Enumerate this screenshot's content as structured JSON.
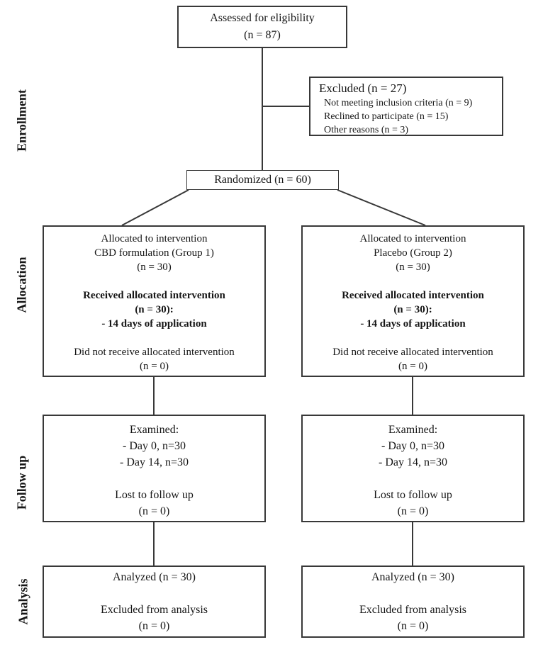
{
  "stages": {
    "enrollment": "Enrollment",
    "allocation": "Allocation",
    "followup": "Follow up",
    "analysis": "Analysis"
  },
  "boxes": {
    "assessed": {
      "line1": "Assessed for eligibility",
      "line2": "(n = 87)"
    },
    "excluded": {
      "title": "Excluded (n = 27)",
      "items": [
        "Not meeting inclusion criteria (n = 9)",
        "Reclined to participate (n = 15)",
        "Other reasons (n = 3)"
      ]
    },
    "randomized": {
      "label": "Randomized (n = 60)"
    },
    "allocation_left": {
      "lines": [
        "Allocated to intervention",
        "CBD formulation (Group 1)",
        "(n = 30)",
        "",
        "Received allocated intervention",
        "(n = 30):",
        "- 14 days of application",
        "",
        "Did not receive allocated intervention",
        "(n = 0)"
      ]
    },
    "allocation_right": {
      "lines": [
        "Allocated to intervention",
        "Placebo (Group 2)",
        "(n = 30)",
        "",
        "Received allocated intervention",
        "(n = 30):",
        "- 14 days of application",
        "",
        "Did not receive allocated intervention",
        "(n = 0)"
      ]
    },
    "followup_left": {
      "lines": [
        "Examined:",
        "- Day 0, n=30",
        "- Day 14, n=30",
        "",
        "Lost to follow up",
        "(n = 0)"
      ]
    },
    "followup_right": {
      "lines": [
        "Examined:",
        "- Day 0, n=30",
        "- Day 14, n=30",
        "",
        "Lost to follow up",
        "(n = 0)"
      ]
    },
    "analysis_left": {
      "lines": [
        "Analyzed (n = 30)",
        "",
        "Excluded from analysis",
        "(n = 0)"
      ]
    },
    "analysis_right": {
      "lines": [
        "Analyzed (n = 30)",
        "",
        "Excluded from analysis",
        "(n = 0)"
      ]
    }
  },
  "style": {
    "line_color": "#383838",
    "background": "#ffffff",
    "text_color": "#161616"
  }
}
